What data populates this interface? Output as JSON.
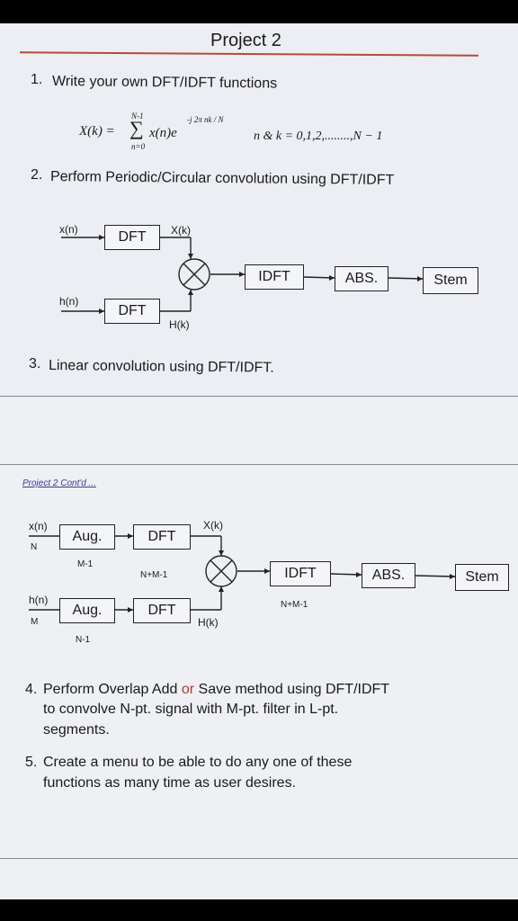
{
  "title": "Project 2",
  "item1": {
    "number": "1.",
    "text": "Write your own DFT/IDFT functions",
    "formula": {
      "lhs": "X(k) =",
      "sum_upper": "N-1",
      "sum_lower": "n=0",
      "body": "x(n)e",
      "exponent": "-j 2π nk / N",
      "range": "n & k = 0,1,2,........,N − 1"
    }
  },
  "item2": {
    "number": "2.",
    "text": "Perform Periodic/Circular convolution using DFT/IDFT"
  },
  "diagram1": {
    "input_x": "x(n)",
    "input_h": "h(n)",
    "dft_top": "DFT",
    "dft_bottom": "DFT",
    "out_top": "X(k)",
    "out_bottom": "H(k)",
    "idft": "IDFT",
    "abs": "ABS.",
    "stem": "Stem"
  },
  "item3": {
    "number": "3.",
    "text": "Linear convolution using DFT/IDFT."
  },
  "page2_link": "Project 2 Cont'd ...",
  "diagram2": {
    "input_x": "x(n)",
    "input_x_len": "N",
    "input_h": "h(n)",
    "input_h_len": "M",
    "aug_top": "Aug.",
    "aug_bottom": "Aug.",
    "pad_top": "M-1",
    "pad_bottom": "N-1",
    "dft_top": "DFT",
    "dft_bottom": "DFT",
    "len_label": "N+M-1",
    "out_top": "X(k)",
    "out_bottom": "H(k)",
    "idft": "IDFT",
    "idft_len": "N+M-1",
    "abs": "ABS.",
    "stem": "Stem"
  },
  "item4": {
    "number": "4.",
    "line1_a": "Perform Overlap Add",
    "line1_or": "or",
    "line1_b": "Save method using DFT/IDFT",
    "line2": "to convolve N-pt. signal with M-pt. filter in L-pt.",
    "line3": "segments."
  },
  "item5": {
    "number": "5.",
    "line1": "Create a menu to be able to do any one of these",
    "line2": "functions as many time as user desires."
  }
}
